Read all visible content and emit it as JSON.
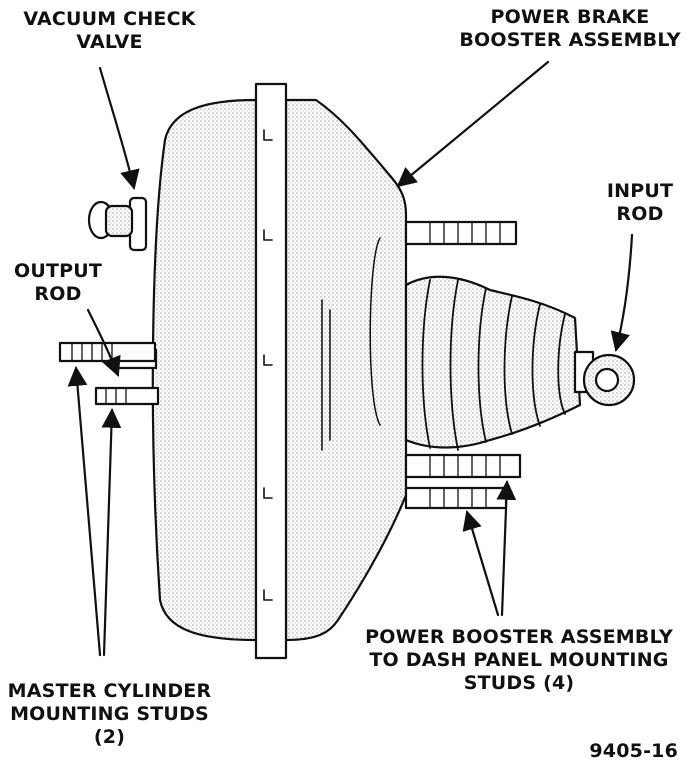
{
  "labels": {
    "vacuum_check_valve": [
      "VACUUM CHECK",
      "VALVE"
    ],
    "power_brake_booster": [
      "POWER BRAKE",
      "BOOSTER ASSEMBLY"
    ],
    "input_rod": [
      "INPUT",
      "ROD"
    ],
    "output_rod": [
      "OUTPUT",
      "ROD"
    ],
    "master_cylinder_studs": [
      "MASTER CYLINDER",
      "MOUNTING STUDS",
      "(2)"
    ],
    "dash_panel_studs": [
      "POWER BOOSTER ASSEMBLY",
      "TO DASH PANEL MOUNTING",
      "STUDS (4)"
    ]
  },
  "figure_number": "9405-16",
  "colors": {
    "ink": "#111111",
    "shade": "#dcdcdc",
    "paper": "#ffffff"
  }
}
